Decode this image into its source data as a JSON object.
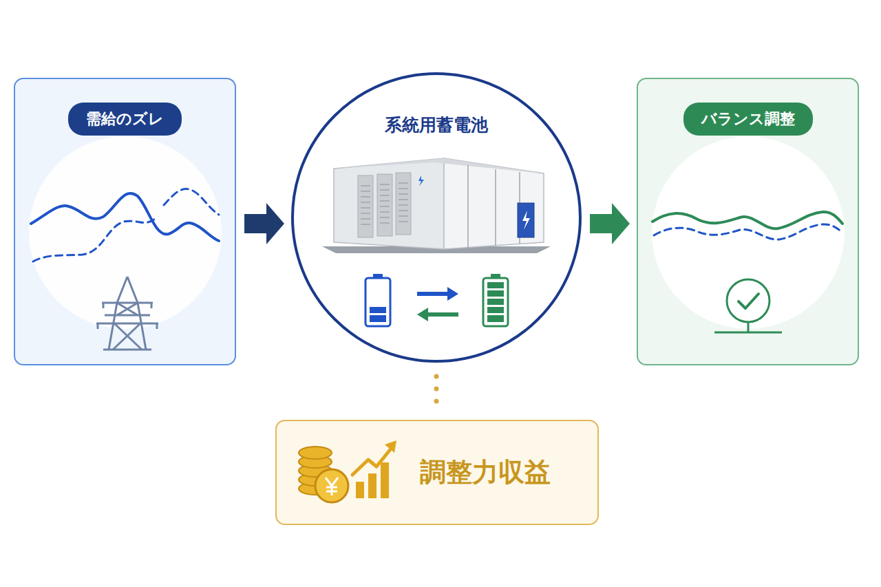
{
  "diagram": {
    "nodes": [
      {
        "text": [
          "需給のズレ"
        ]
      },
      {
        "text": [
          "系統用蓄電池"
        ]
      },
      {
        "text": [
          "バランス調整"
        ]
      },
      {
        "text": [
          "調整力収益"
        ]
      }
    ],
    "edges": [
      {
        "from": 0,
        "to": 1,
        "arrow": "to"
      },
      {
        "from": 1,
        "to": 2,
        "arrow": "to"
      },
      {
        "from": 1,
        "to": 3,
        "arrow": "none"
      }
    ]
  }
}
